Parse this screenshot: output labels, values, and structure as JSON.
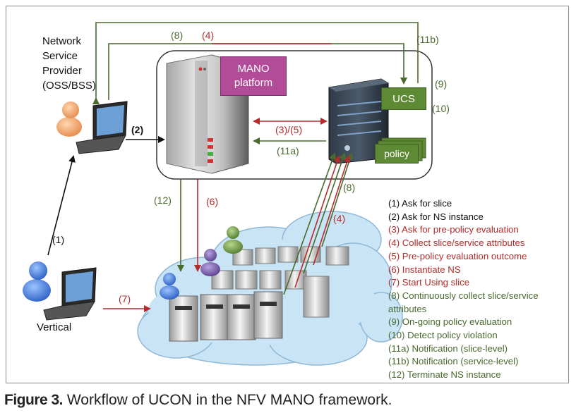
{
  "actors": {
    "nsp_lines": [
      "Network",
      "Service",
      "Provider",
      "(OSS/BSS)"
    ],
    "vertical": "Vertical"
  },
  "components": {
    "mano_lines": [
      "MANO",
      "platform"
    ],
    "ucs": "UCS",
    "policy": "policy"
  },
  "arrow_labels": {
    "a1": "(1)",
    "a2": "(2)",
    "a3_5": "(3)/(5)",
    "a4_top": "(4)",
    "a4_cloud": "(4)",
    "a6": "(6)",
    "a7": "(7)",
    "a8_top": "(8)",
    "a8_cloud": "(8)",
    "a9": "(9)",
    "a10": "(10)",
    "a11a": "(11a)",
    "a11b": "(11b)",
    "a12": "(12)"
  },
  "legend": [
    {
      "text": "(1)   Ask for slice",
      "color": "black"
    },
    {
      "text": "(2)   Ask for NS instance",
      "color": "black"
    },
    {
      "text": "(3)   Ask for pre-policy evaluation",
      "color": "red"
    },
    {
      "text": "(4)   Collect slice/service attributes",
      "color": "red"
    },
    {
      "text": "(5)   Pre-policy evaluation outcome",
      "color": "red"
    },
    {
      "text": "(6)   Instantiate NS",
      "color": "red"
    },
    {
      "text": "(7)   Start Using slice",
      "color": "red"
    },
    {
      "text": "(8)   Continuously collect slice/service",
      "color": "green"
    },
    {
      "text": "attributes",
      "color": "green"
    },
    {
      "text": "(9)     On-going policy evaluation",
      "color": "green"
    },
    {
      "text": "(10)   Detect policy violation",
      "color": "green"
    },
    {
      "text": "(11a) Notification (slice-level)",
      "color": "green"
    },
    {
      "text": "(11b) Notification (service-level)",
      "color": "green"
    },
    {
      "text": "(12)   Terminate NS instance",
      "color": "green"
    }
  ],
  "caption": {
    "figure": "Figure 3.",
    "text": " Workflow of UCON in the NFV MANO framework."
  },
  "colors": {
    "green": "#4a6a2e",
    "red": "#b42b2b",
    "mano": "#b34c98",
    "ucs": "#5f8a35",
    "cloud": "#c9e4f5"
  }
}
